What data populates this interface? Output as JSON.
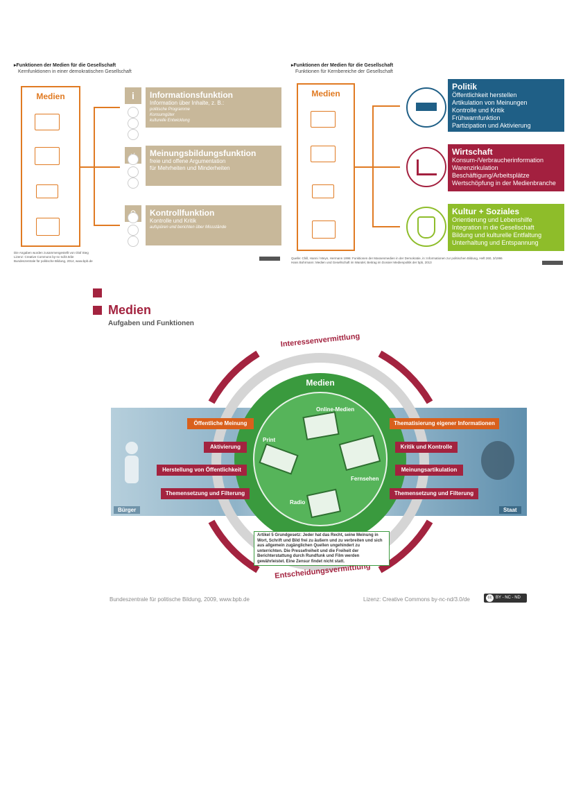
{
  "panel_left": {
    "title": "Funktionen der Medien für die Gesellschaft",
    "subtitle": "Kernfunktionen in einer demokratischen Gesellschaft",
    "medien_label": "Medien",
    "functions": [
      {
        "title": "Informationsfunktion",
        "line1": "Information über Inhalte, z. B.:",
        "lines": [
          "politische Programme",
          "Konsumgüter",
          "kulturelle Entwicklung"
        ],
        "icon": "info-icon"
      },
      {
        "title": "Meinungsbildungsfunktion",
        "line1": "freie und offene Argumentation",
        "line1b": "für Mehrheiten und Minderheiten",
        "lines": [],
        "icon": "plus-minus-icon"
      },
      {
        "title": "Kontrollfunktion",
        "line1": "Kontrolle und Kritik",
        "lines": [
          "aufspüren und berichten über Missstände"
        ],
        "icon": "magnifier-icon"
      }
    ],
    "source": [
      "Die Angaben wurden zusammengestellt von Olaf Steg",
      "Lizenz: Creative Commons by-nc-nd/3.0/de",
      "Bundeszentrale für politische Bildung, 2014, www.bpb.de"
    ]
  },
  "panel_right": {
    "title": "Funktionen der Medien für die Gesellschaft",
    "subtitle": "Funktionen für Kernbereiche der Gesellschaft",
    "medien_label": "Medien",
    "categories": [
      {
        "title": "Politik",
        "color": "#1f5f86",
        "lines": [
          "Öffentlichkeit herstellen",
          "Artikulation von Meinungen",
          "Kontrolle und Kritik",
          "Frühwarnfunktion",
          "Partizipation und Aktivierung"
        ],
        "icon": "parliament-icon"
      },
      {
        "title": "Wirtschaft",
        "color": "#a3203f",
        "lines": [
          "Konsum-/Verbraucherinformation",
          "Warenzirkulation",
          "Beschäftigung/Arbeitsplätze",
          "Wertschöpfung in der Medienbranche"
        ],
        "icon": "chart-arrow-icon"
      },
      {
        "title": "Kultur + Soziales",
        "color": "#8ebd2a",
        "lines": [
          "Orientierung und Lebenshilfe",
          "Integration in die Gesellschaft",
          "Bildung und kulturelle Entfaltung",
          "Unterhaltung und Entspannung"
        ],
        "icon": "theatre-masks-icon"
      }
    ],
    "source": [
      "Quelle: Chill, Hanni / Meyn, Hermann 1996: Funktionen der Massenmedien in der Demokratie, in: Informationen zur politischen Bildung, Heft 260, 3/1996",
      "Hans Bohrmann: Medien und Gesellschaft im Wandel, Beitrag im Dossier Medienpolitik der bpb, 2013"
    ]
  },
  "main": {
    "title": "Medien",
    "subtitle": "Aufgaben und Funktionen",
    "circle_label": "Medien",
    "top_arc_label": "Interessenvermittlung",
    "bottom_arc_label": "Entscheidungsvermittlung",
    "media_items": [
      "Online-Medien",
      "Print",
      "Fernsehen",
      "Radio"
    ],
    "left_side_label": "Bürger",
    "right_side_label": "Staat",
    "left_tags": [
      "Öffentliche Meinung",
      "Aktivierung",
      "Herstellung von Öffentlichkeit",
      "Themensetzung und Filterung"
    ],
    "right_tags": [
      "Thematisierung eigener Informationen",
      "Kritik und Kontrolle",
      "Meinungsartikulation",
      "Themensetzung und Filterung"
    ],
    "article_text": "Artikel 5 Grundgesetz: Jeder hat das Recht, seine Meinung in Wort, Schrift und Bild frei zu äußern und zu verbreiten und sich aus allgemein zugänglichen Quellen ungehindert zu unterrichten. Die Pressefreiheit und die Freiheit der Berichterstattung durch Rundfunk und Film werden gewährleistet. Eine Zensur findet nicht statt.",
    "source_left": "Bundeszentrale für politische Bildung, 2009, www.bpb.de",
    "source_right": "Lizenz: Creative Commons by-nc-nd/3.0/de",
    "cc_badge": "BY - NC - ND",
    "colors": {
      "red": "#a3233f",
      "orange": "#d9601c",
      "green": "#3a9a3e",
      "blue_band": "#8fb3c8"
    }
  }
}
